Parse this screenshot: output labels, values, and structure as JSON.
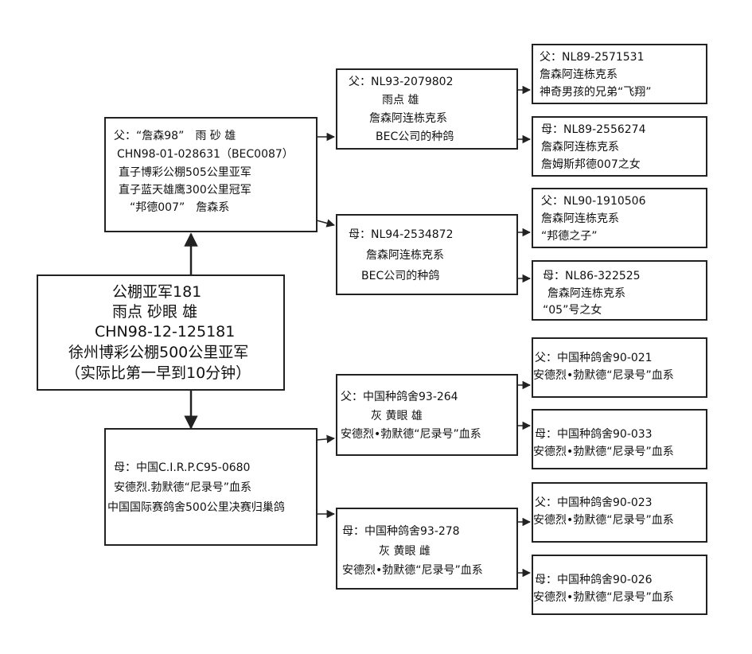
{
  "subject": {
    "lines": [
      "公棚亚军181",
      "雨点 砂眼 雄",
      "CHN98-12-125181",
      "徐州博彩公棚500公里亚军",
      "（实际比第一早到10分钟）"
    ]
  },
  "sire": {
    "lines": [
      "父：“詹森98”　雨 砂 雄",
      "CHN98-01-028631（BEC0087）",
      "直子博彩公棚505公里亚军",
      "直子蓝天雄鹰300公里冠军",
      "“邦德007”　詹森系"
    ]
  },
  "dam": {
    "lines": [
      "母：中国C.I.R.P.C95-0680",
      "安德烈.勃默德“尼录号”血系",
      "中国国际赛鸽舍500公里决赛归巢鸽"
    ]
  },
  "sire_sire": {
    "lines": [
      "父：NL93-2079802",
      "雨点 雄",
      "詹森阿连栋克系",
      "BEC公司的种鸽"
    ]
  },
  "sire_dam": {
    "lines": [
      "母：NL94-2534872",
      "詹森阿连栋克系",
      "BEC公司的种鸽"
    ]
  },
  "dam_sire": {
    "lines": [
      "父：中国种鸽舍93-264",
      "灰 黄眼 雄",
      "安德烈•勃默德“尼录号”血系"
    ]
  },
  "dam_dam": {
    "lines": [
      "母：中国种鸽舍93-278",
      "灰 黄眼 雌",
      "安德烈•勃默德“尼录号”血系"
    ]
  },
  "g1": {
    "lines": [
      "父：NL89-2571531",
      "詹森阿连栋克系",
      "神奇男孩的兄弟“飞翔”"
    ]
  },
  "g2": {
    "lines": [
      "母：NL89-2556274",
      "詹森阿连栋克系",
      "詹姆斯邦德007之女"
    ]
  },
  "g3": {
    "lines": [
      "父：NL90-1910506",
      "詹森阿连栋克系",
      "“邦德之子”"
    ]
  },
  "g4": {
    "lines": [
      "母：NL86-322525",
      "詹森阿连栋克系",
      "“05”号之女"
    ]
  },
  "g5": {
    "lines": [
      "父：中国种鸽舍90-021",
      "安德烈•勃默德“尼录号”血系"
    ]
  },
  "g6": {
    "lines": [
      "母：中国种鸽舍90-033",
      "安德烈•勃默德“尼录号”血系"
    ]
  },
  "g7": {
    "lines": [
      "父：中国种鸽舍90-023",
      "安德烈•勃默德“尼录号”血系"
    ]
  },
  "g8": {
    "lines": [
      "母：中国种鸽舍90-026",
      "安德烈•勃默德“尼录号”血系"
    ]
  }
}
